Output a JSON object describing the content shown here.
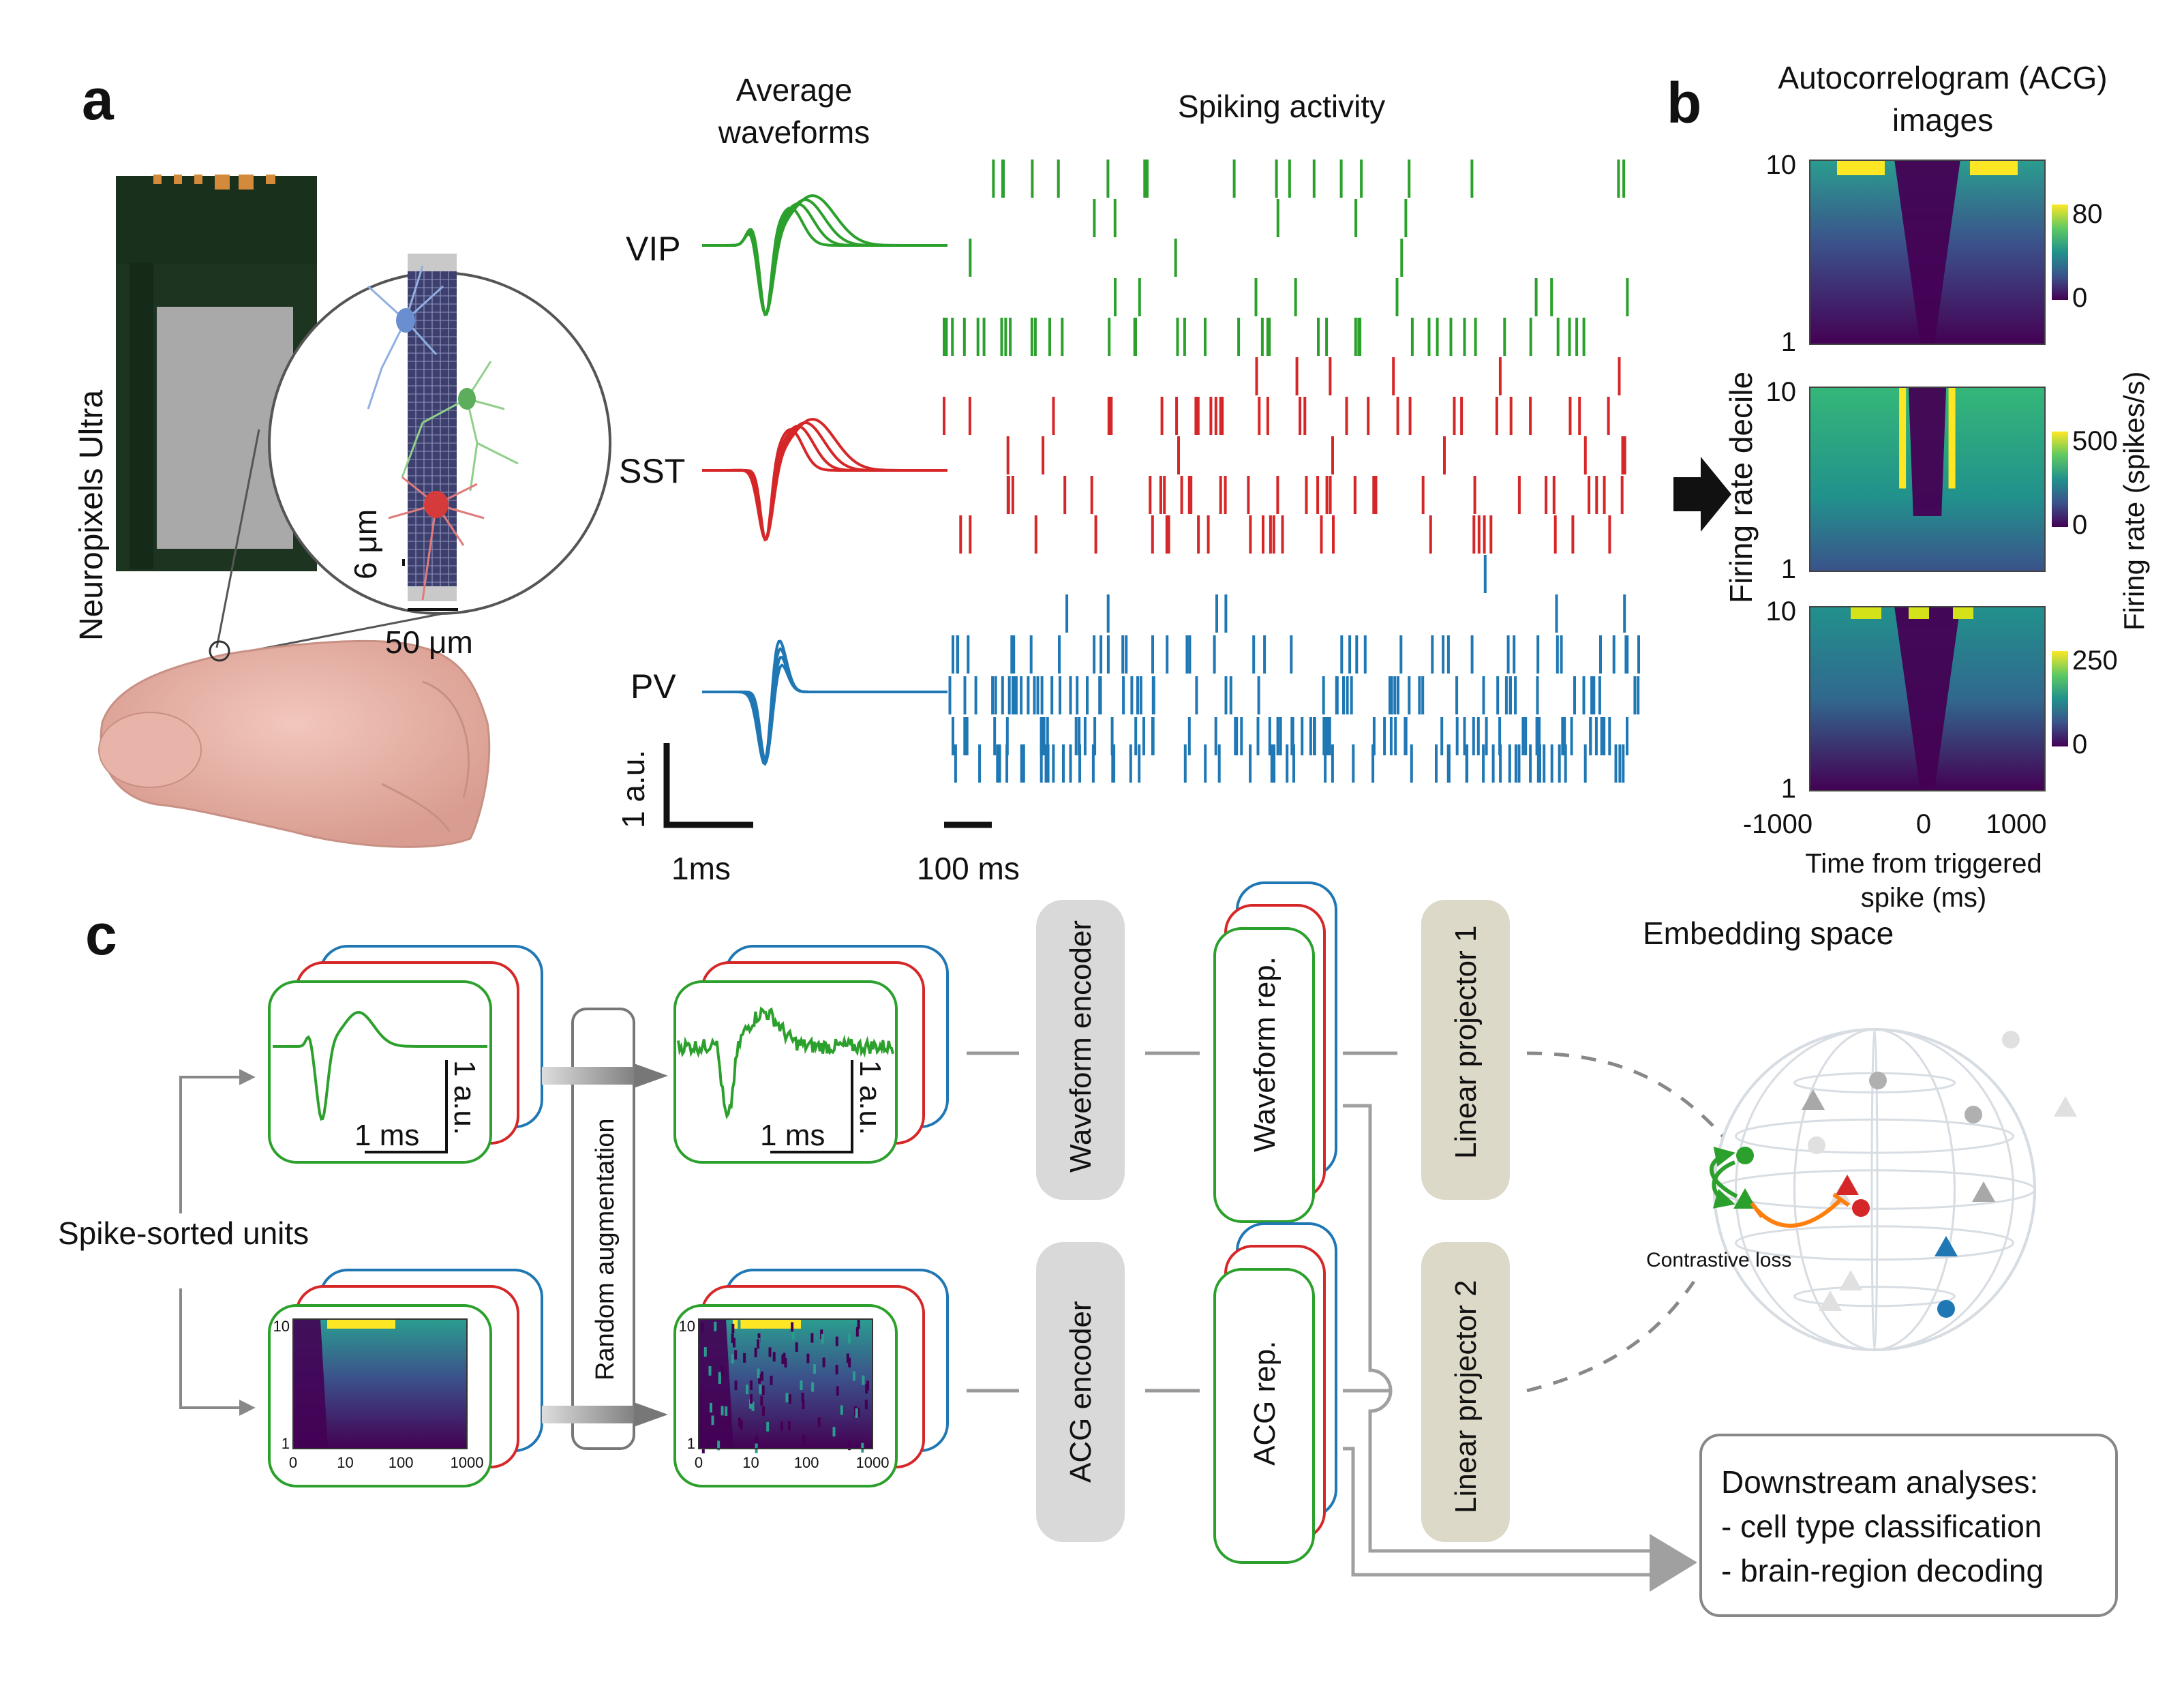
{
  "panel_a": {
    "letter": "a",
    "probe_label": "Neuropixels Ultra",
    "scale_6um": "6 μm",
    "scale_50um": "50 μm",
    "waveforms_title": "Average waveforms",
    "spiking_title": "Spiking activity",
    "cell_types": [
      {
        "name": "VIP",
        "color": "#2ca02c"
      },
      {
        "name": "SST",
        "color": "#d62728"
      },
      {
        "name": "PV",
        "color": "#1f77b4"
      }
    ],
    "scale_amp": "1 a.u.",
    "scale_time": "1ms",
    "scale_raster": "100 ms"
  },
  "panel_b": {
    "letter": "b",
    "title": "Autocorrelogram (ACG) images",
    "ylabel": "Firing rate decile",
    "xlabel": "Time from triggered spike (ms)",
    "colorbar_label": "Firing rate (spikes/s)",
    "y_ticks": [
      "10",
      "1"
    ],
    "x_ticks": [
      "-1000",
      "0",
      "1000"
    ],
    "heatmaps": [
      {
        "cmax": "80",
        "cmin": "0"
      },
      {
        "cmax": "500",
        "cmin": "0"
      },
      {
        "cmax": "250",
        "cmin": "0"
      }
    ]
  },
  "panel_c": {
    "letter": "c",
    "input_label": "Spike-sorted units",
    "augment_label": "Random augmentation",
    "waveform_scale_amp": "1 a.u.",
    "waveform_scale_time": "1 ms",
    "acg_y_ticks": [
      "10",
      "1"
    ],
    "acg_x_ticks": [
      "0",
      "10",
      "100",
      "1000"
    ],
    "waveform_encoder": "Waveform encoder",
    "acg_encoder": "ACG encoder",
    "waveform_rep": "Waveform rep.",
    "acg_rep": "ACG rep.",
    "projector_1": "Linear projector 1",
    "projector_2": "Linear projector 2",
    "embedding_title": "Embedding space",
    "contrastive_label": "Contrastive loss",
    "downstream_title": "Downstream analyses:",
    "downstream_items": [
      "- cell type classification",
      "- brain-region decoding"
    ]
  },
  "colors": {
    "vip": "#2ca02c",
    "sst": "#d62728",
    "pv": "#1f77b4",
    "encoder_fill": "#d9d9d9",
    "projector_fill": "#dcd9c8",
    "arrow_gray": "#9a9a9a",
    "orange": "#ff7f0e"
  }
}
